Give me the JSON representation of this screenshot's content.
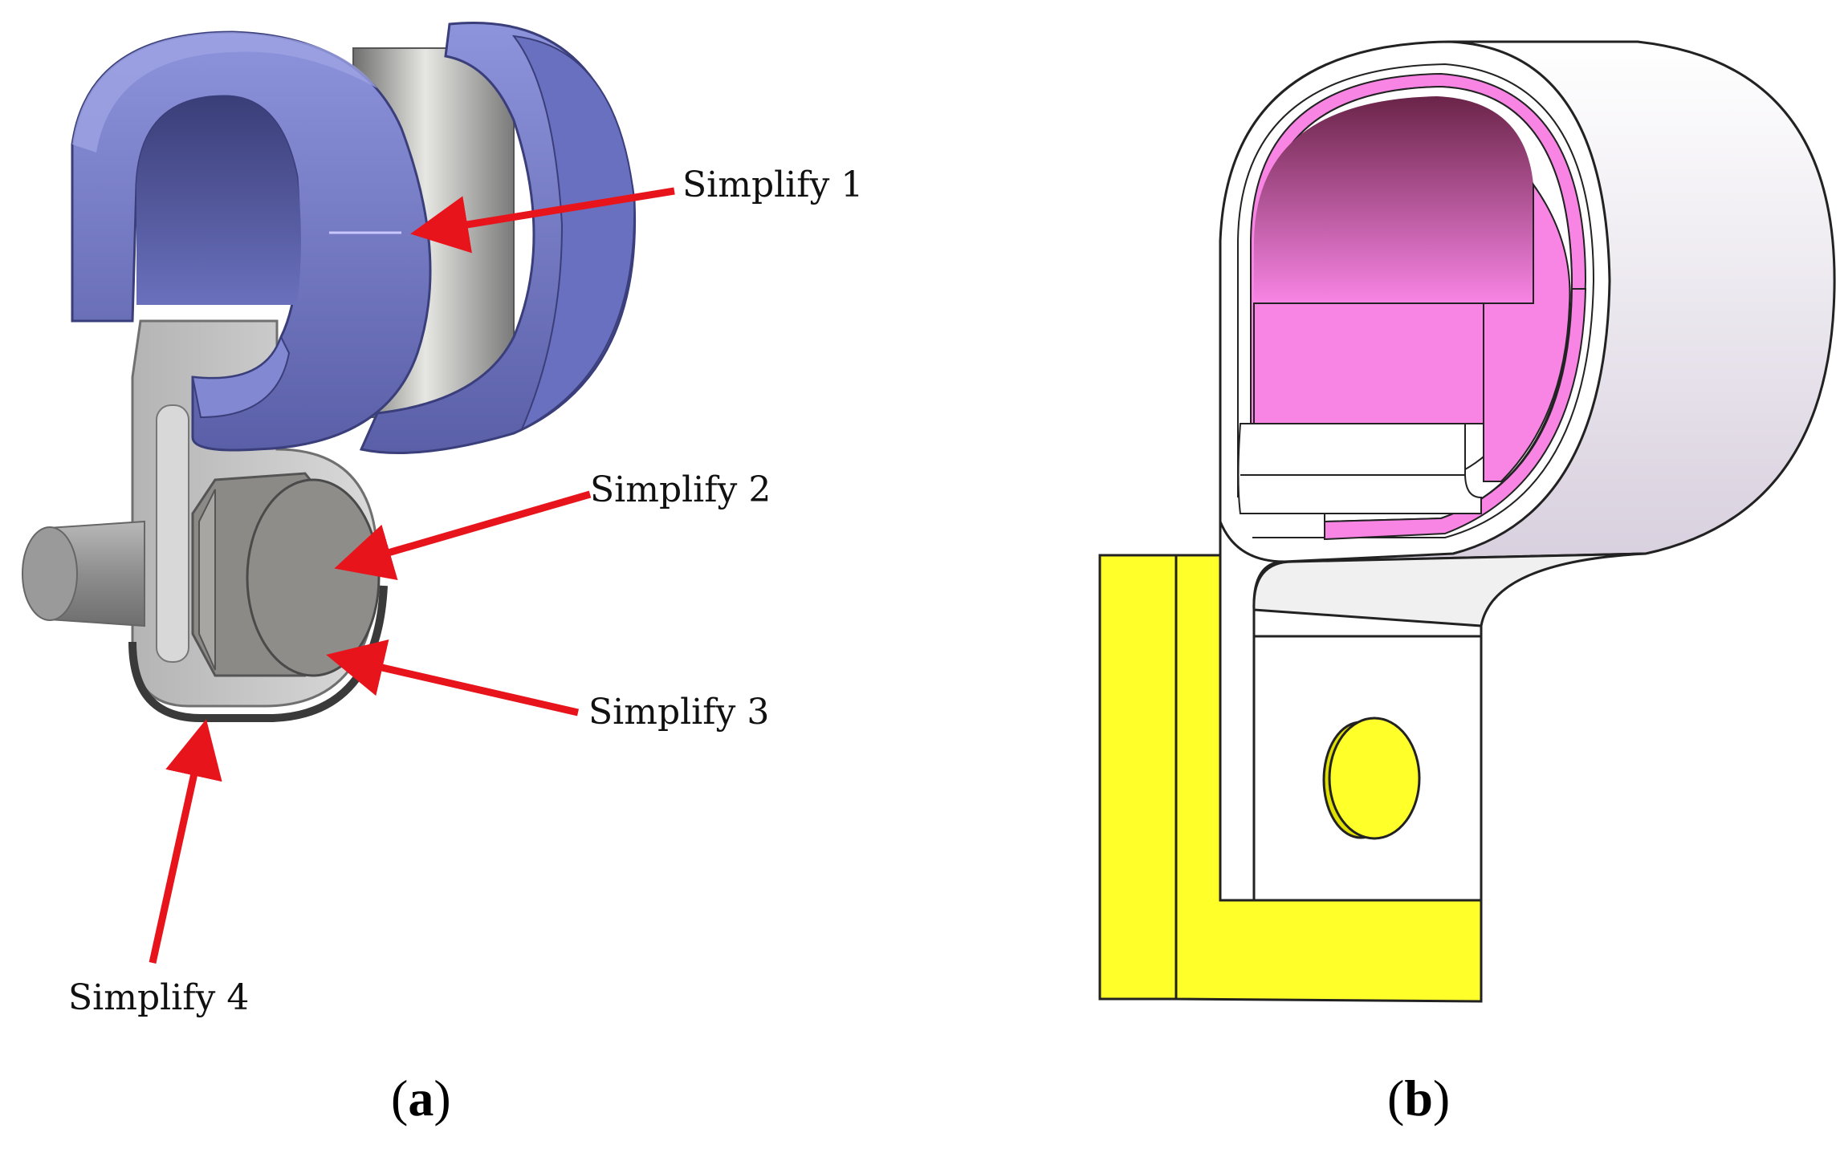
{
  "panel_a": {
    "caption_letter": "a",
    "labels": [
      "Simplify 1",
      "Simplify 2",
      "Simplify 3",
      "Simplify 4"
    ]
  },
  "panel_b": {
    "caption_letter": "b"
  },
  "colors": {
    "arrow": "#e8141c",
    "clamp_blue": "#7c82cc",
    "clamp_blue_dark": "#4a4e90",
    "liner_pink": "#f884e4",
    "bracket_yellow": "#ffff2a",
    "bolt_gray": "#8c8a86"
  }
}
